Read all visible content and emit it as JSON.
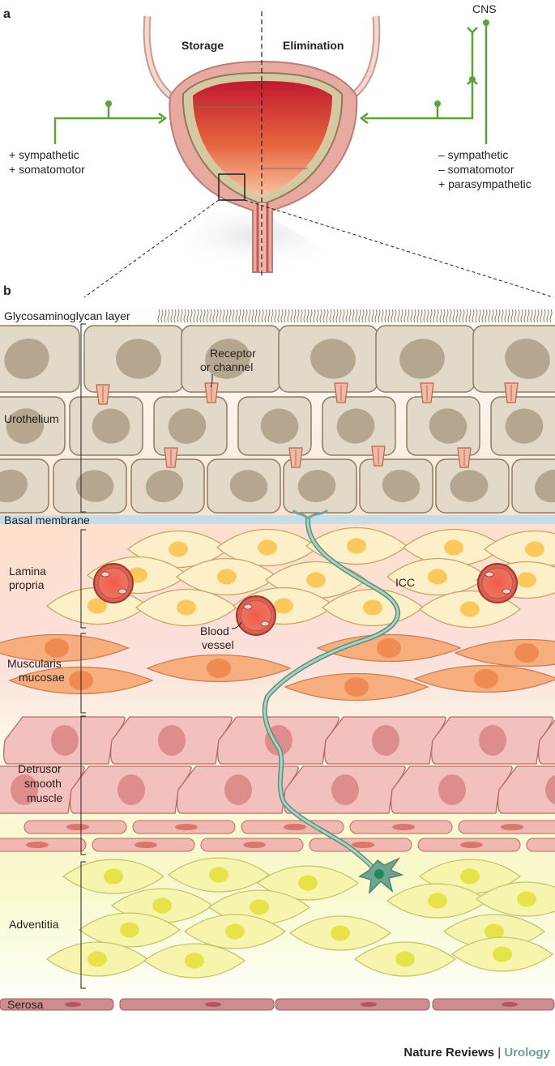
{
  "panels": {
    "a": "a",
    "b": "b"
  },
  "bladder": {
    "storage": "Storage",
    "elimination": "Elimination",
    "cns": "CNS",
    "left_inputs": [
      "+ sympathetic",
      "+ somatomotor"
    ],
    "right_inputs": [
      "– sympathetic",
      "– somatomotor",
      "+ parasympathetic"
    ]
  },
  "layers": {
    "glycosaminoglycan": "Glycosaminoglycan layer",
    "urothelium": "Urothelium",
    "basal_membrane": "Basal membrane",
    "lamina_propria": [
      "Lamina",
      "propria"
    ],
    "muscularis_mucosae": [
      "Muscularis",
      "mucosae"
    ],
    "detrusor": [
      "Detrusor",
      "smooth",
      "muscle"
    ],
    "adventitia": "Adventitia",
    "serosa": "Serosa"
  },
  "callouts": {
    "receptor": [
      "Receptor",
      "or channel"
    ],
    "icc": "ICC",
    "blood_vessel": [
      "Blood",
      "vessel"
    ]
  },
  "footer": {
    "journal": "Nature Reviews",
    "separator": "|",
    "subject": "Urology"
  },
  "colors": {
    "nerve_green": "#5ea03a",
    "urothelium_cell": "#e2d9c8",
    "urothelium_nucleus": "#b5a690",
    "icc_cell": "#fdf0c9",
    "icc_nucleus": "#fbc85e",
    "mucosae_cell": "#f6ae7e",
    "detrusor_cell": "#f2c1bd",
    "adventitia_cell": "#f6f4ad",
    "neuron": "#6fa590"
  }
}
